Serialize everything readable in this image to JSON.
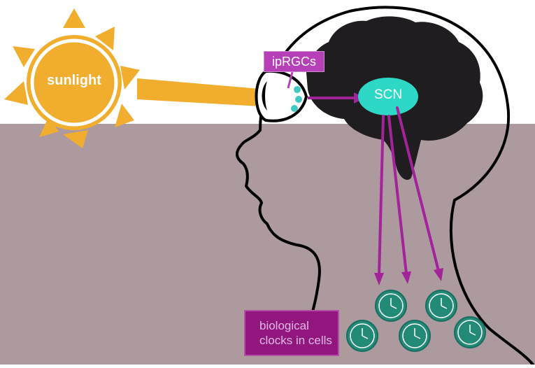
{
  "labels": {
    "sun": "sunlight",
    "cells": "ipRGCs",
    "nucleus": "SCN",
    "clocks_line1": "biological",
    "clocks_line2": "clocks in cells"
  },
  "colors": {
    "background_top": "#ffffff",
    "background_bottom": "#ad9a9f",
    "sun": "#f0ad2e",
    "sun_dark": "#e08e1b",
    "head_outline": "#000000",
    "brain": "#1f1d1f",
    "scn_fill": "#2dd9c6",
    "cell_dots": "#40c8c2",
    "pathway_arrow": "#a3239a",
    "ipRGC_box": "#b640b8",
    "clock_label_box": "#91177f",
    "clock_face": "#228a77"
  },
  "icons": [
    "sun-icon",
    "eye-icon",
    "brain-icon",
    "clock-icon"
  ],
  "clock_count": 5
}
